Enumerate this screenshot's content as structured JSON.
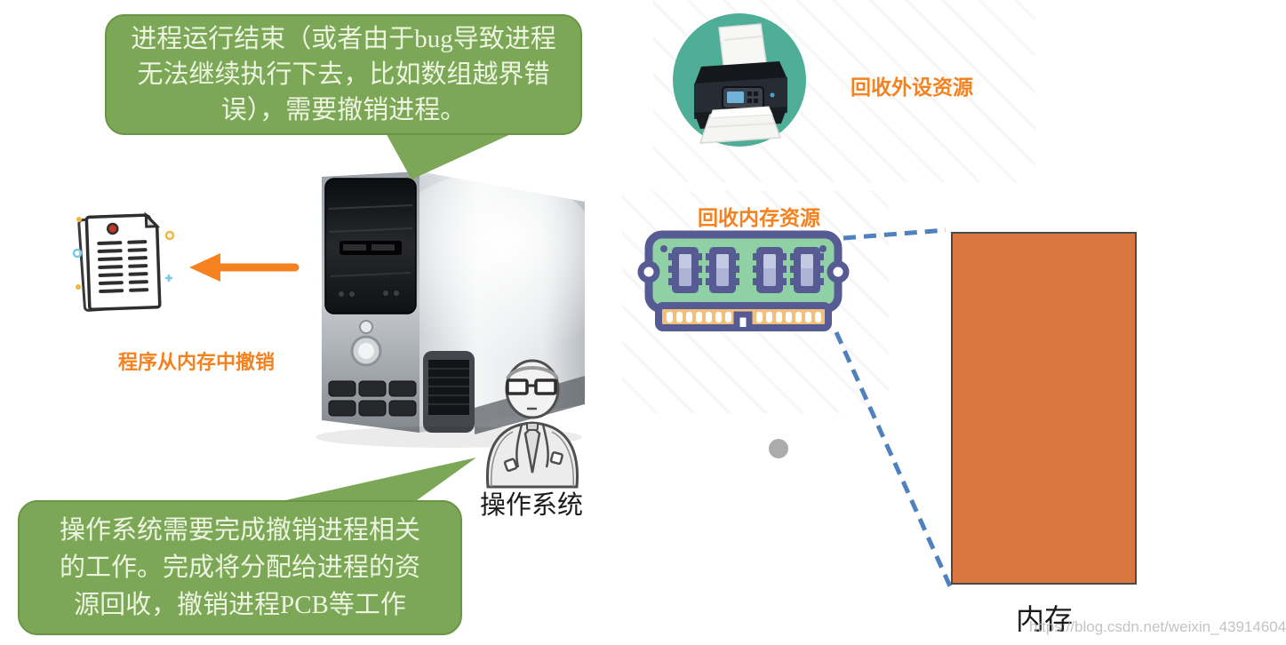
{
  "top_bubble": {
    "text": "进程运行结束（或者由于bug导致进程无法继续执行下去，比如数组越界错误），需要撤销进程。",
    "lines": [
      "进程运行结束（或者由于bug导致进程",
      "无法继续执行下去，比如数组越界错",
      "误），需要撤销进程。"
    ]
  },
  "bottom_bubble": {
    "text": "操作系统需要完成撤销进程相关的工作。完成将分配给进程的资源回收，撤销进程PCB等工作",
    "lines": [
      "操作系统需要完成撤销进程相关",
      "的工作。完成将分配给进程的资",
      "源回收，撤销进程PCB等工作"
    ]
  },
  "labels": {
    "program_removed": "程序从内存中撤销",
    "os": "操作系统",
    "recycle_peripheral": "回收外设资源",
    "recycle_memory": "回收内存资源",
    "memory": "内存"
  },
  "watermark": "https://blog.csdn.net/weixin_43914604",
  "icons": {
    "document": "document-icon",
    "computer": "computer-tower-icon",
    "person": "os-person-icon",
    "printer": "printer-icon",
    "ram": "ram-stick-icon",
    "arrow": "left-arrow-icon"
  },
  "colors": {
    "bubble_green": "#7CA757",
    "bubble_border": "#6B9447",
    "bubble_text": "#EDF5E1",
    "orange_accent": "#F5821F",
    "memory_fill": "#D97741",
    "dashed_line_blue": "#4E81BD",
    "printer_circle_teal": "#4FAE98",
    "ram_border_navy": "#565B94",
    "ram_body_green": "#8FD0A4",
    "ram_pins_tan": "#F2C078",
    "gray_dot": "#ACACAC"
  }
}
